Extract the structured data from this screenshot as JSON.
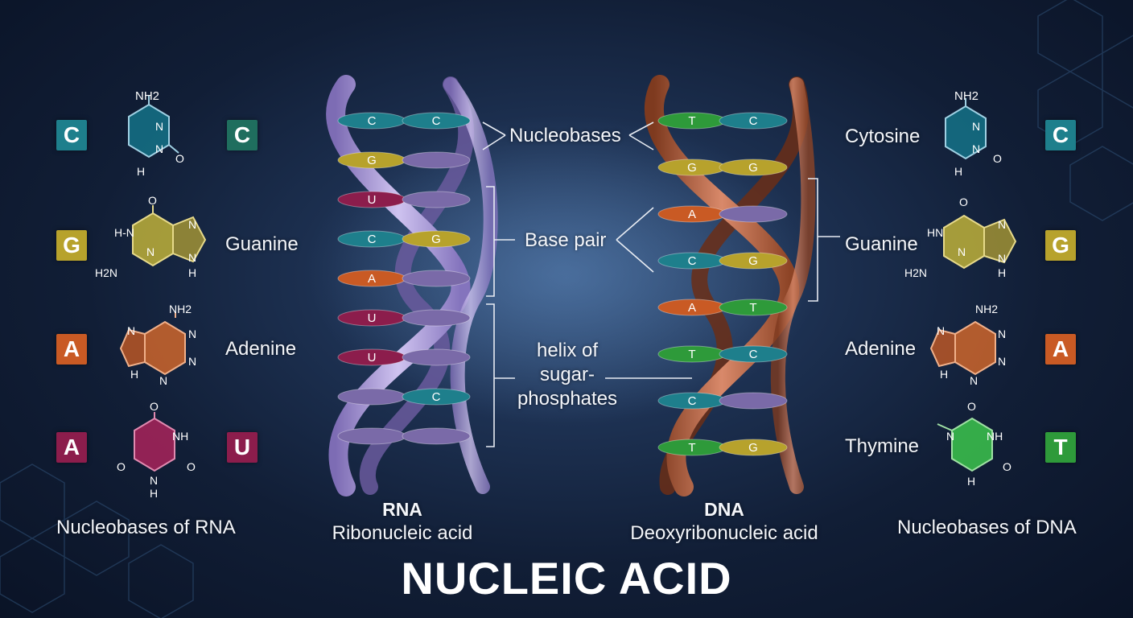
{
  "title": "NUCLEIC ACID",
  "colors": {
    "cytosine": "#1e7f8c",
    "guanine": "#b7a22c",
    "adenine": "#c95a24",
    "uracil": "#8c1d4c",
    "thymine": "#2e9a3a",
    "rna_backbone": "#b3a3dc",
    "dna_backbone": "#b0603c"
  },
  "rna_panel": {
    "caption": "Nucleobases of RNA",
    "rows": [
      {
        "left_badge": "C",
        "right_badge": "C",
        "label": "",
        "atoms": [
          "NH2",
          "N",
          "N",
          "H",
          "O"
        ]
      },
      {
        "left_badge": "G",
        "label": "Guanine",
        "atoms": [
          "O",
          "N",
          "N",
          "N",
          "H-N",
          "H",
          "H2N"
        ]
      },
      {
        "left_badge": "A",
        "label": "Adenine",
        "atoms": [
          "NH2",
          "N",
          "N",
          "N",
          "N",
          "H"
        ]
      },
      {
        "left_badge": "A",
        "right_badge": "U",
        "label": "",
        "atoms": [
          "O",
          "NH",
          "O",
          "N",
          "H",
          "O"
        ]
      }
    ]
  },
  "dna_panel": {
    "caption": "Nucleobases of DNA",
    "rows": [
      {
        "label": "Cytosine",
        "badge": "C",
        "atoms": [
          "NH2",
          "N",
          "N",
          "H",
          "O"
        ]
      },
      {
        "label": "Guanine",
        "badge": "G",
        "atoms": [
          "O",
          "HN",
          "N",
          "N",
          "N",
          "H",
          "H2N"
        ]
      },
      {
        "label": "Adenine",
        "badge": "A",
        "atoms": [
          "NH2",
          "N",
          "N",
          "N",
          "N",
          "H"
        ]
      },
      {
        "label": "Thymine",
        "badge": "T",
        "atoms": [
          "O",
          "N",
          "NH",
          "O",
          "H"
        ]
      }
    ]
  },
  "rna": {
    "name": "RNA",
    "full_name": "Ribonucleic acid",
    "rungs": [
      {
        "left": "C",
        "right": "C"
      },
      {
        "left": "G",
        "right": ""
      },
      {
        "left": "U",
        "right": ""
      },
      {
        "left": "C",
        "right": "G"
      },
      {
        "left": "A",
        "right": ""
      },
      {
        "left": "U",
        "right": ""
      },
      {
        "left": "U",
        "right": ""
      },
      {
        "left": "",
        "right": "C"
      },
      {
        "left": "",
        "right": ""
      }
    ]
  },
  "dna": {
    "name": "DNA",
    "full_name": "Deoxyribonucleic acid",
    "rungs": [
      {
        "left": "T",
        "right": "C"
      },
      {
        "left": "G",
        "right": "G"
      },
      {
        "left": "A",
        "right": ""
      },
      {
        "left": "C",
        "right": "G"
      },
      {
        "left": "A",
        "right": "T"
      },
      {
        "left": "T",
        "right": "C"
      },
      {
        "left": "C",
        "right": ""
      },
      {
        "left": "T",
        "right": "G"
      }
    ]
  },
  "annotations": {
    "nucleobases": "Nucleobases",
    "base_pair": "Base pair",
    "helix_line1": "helix of",
    "helix_line2": "sugar-",
    "helix_line3": "phosphates"
  }
}
